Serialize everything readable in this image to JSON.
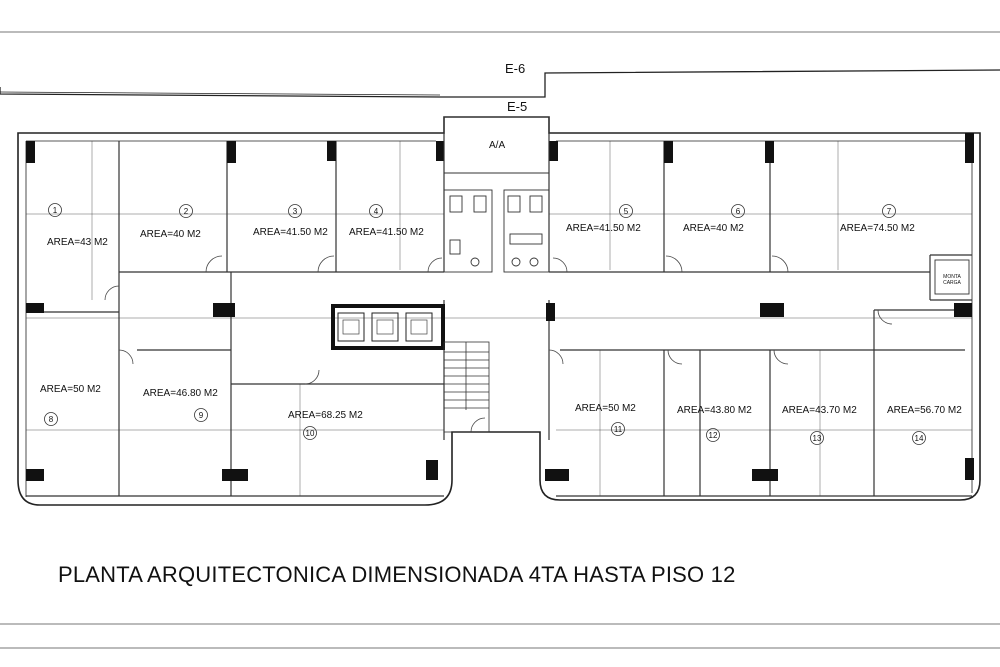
{
  "plan": {
    "title": "PLANTA ARQUITECTONICA DIMENSIONADA 4TA HASTA PISO 12",
    "axis_e6": "E-6",
    "axis_e5": "E-5",
    "aa_room": "A/A",
    "carga_room": "MONTA\nCARGA",
    "units": [
      {
        "num": "1",
        "area": "AREA=43 M2"
      },
      {
        "num": "2",
        "area": "AREA=40 M2"
      },
      {
        "num": "3",
        "area": "AREA=41.50 M2"
      },
      {
        "num": "4",
        "area": "AREA=41.50 M2"
      },
      {
        "num": "5",
        "area": "AREA=41.50 M2"
      },
      {
        "num": "6",
        "area": "AREA=40 M2"
      },
      {
        "num": "7",
        "area": "AREA=74.50 M2"
      },
      {
        "num": "8",
        "area": "AREA=50 M2"
      },
      {
        "num": "9",
        "area": "AREA=46.80 M2"
      },
      {
        "num": "10",
        "area": "AREA=68.25 M2"
      },
      {
        "num": "11",
        "area": "AREA=50 M2"
      },
      {
        "num": "12",
        "area": "AREA=43.80 M2"
      },
      {
        "num": "13",
        "area": "AREA=43.70 M2"
      },
      {
        "num": "14",
        "area": "AREA=56.70 M2"
      }
    ]
  }
}
